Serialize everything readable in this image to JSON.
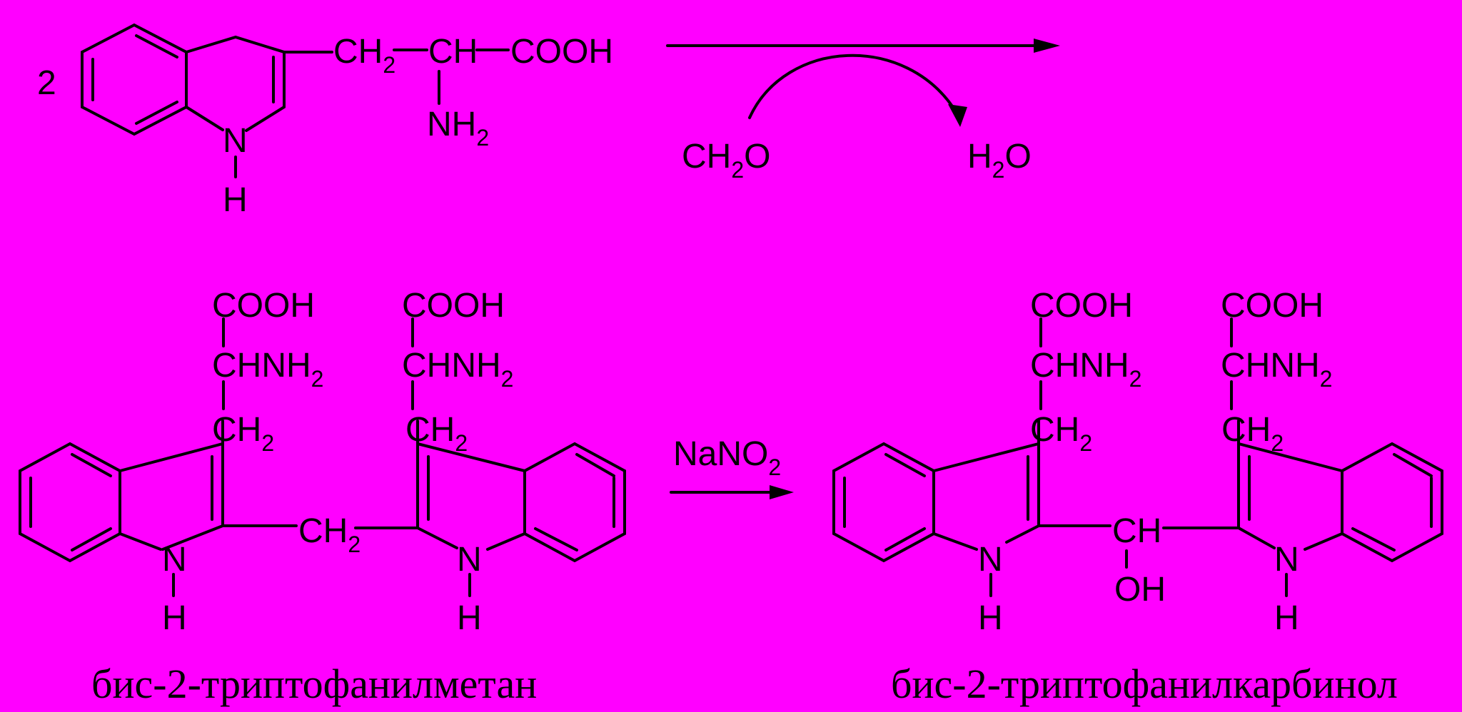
{
  "reaction1": {
    "coefficient": "2",
    "reagent": {
      "main": "CH",
      "sub": "2",
      "tail": "O"
    },
    "byproduct": {
      "pre": "H",
      "sub": "2",
      "tail": "O"
    }
  },
  "reaction2": {
    "reagent": {
      "main": "NaNO",
      "sub": "2"
    }
  },
  "labels": {
    "CH": "CH",
    "CH2_main": "CH",
    "CH2_sub": "2",
    "COOH": "COOH",
    "NH2_main": "NH",
    "NH2_sub": "2",
    "CHNH2_main": "CHNH",
    "CHNH2_sub": "2",
    "N": "N",
    "H": "H",
    "OH": "OH",
    "dash": "—"
  },
  "captions": {
    "left": "бис-2-триптофанилметан",
    "right": "бис-2-триптофанилкарбинол"
  },
  "colors": {
    "background": "#ff00ff",
    "ink": "#000000"
  }
}
